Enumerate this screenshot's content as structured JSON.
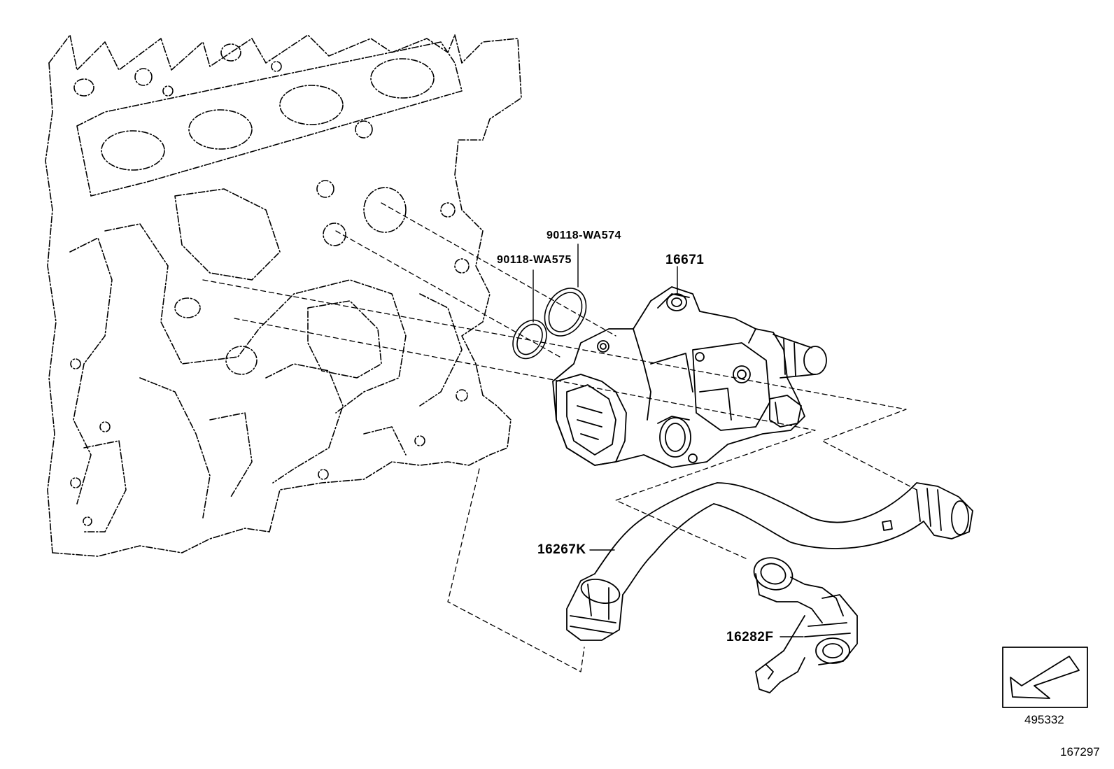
{
  "callouts": {
    "gasket_a": "90118-WA574",
    "gasket_b": "90118-WA575",
    "water_outlet": "16671",
    "hose_a": "16267K",
    "hose_b": "16282F"
  },
  "reference": {
    "box_code": "495332",
    "direction_icon": "arrow-front-indicator-icon"
  },
  "illustration_id": "167297",
  "colors": {
    "line": "#000000",
    "background": "#ffffff"
  }
}
